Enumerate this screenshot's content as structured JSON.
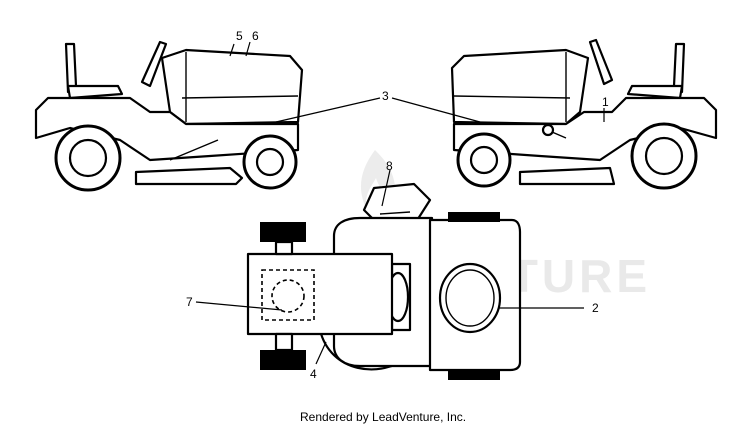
{
  "diagram": {
    "callouts": {
      "c1": "1",
      "c2": "2",
      "c3": "3",
      "c4": "4",
      "c5": "5",
      "c6": "6",
      "c7": "7",
      "c8": "8"
    },
    "watermark": "LEADVENTURE",
    "credit": "Rendered by LeadVenture, Inc."
  }
}
